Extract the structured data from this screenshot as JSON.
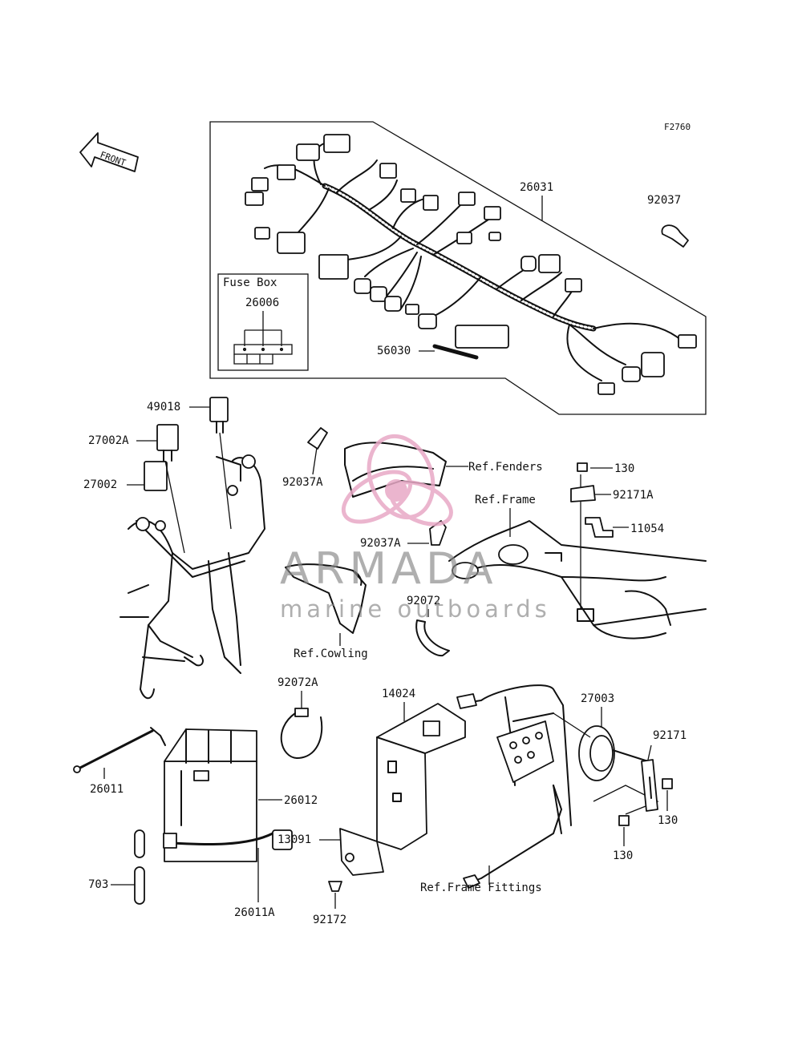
{
  "figure_code": "F2760",
  "front_label": "FRONT",
  "fuse_box": {
    "title": "Fuse Box",
    "part": "26006"
  },
  "parts": {
    "p26031": "26031",
    "p92037": "92037",
    "p56030": "56030",
    "p49018": "49018",
    "p27002A": "27002A",
    "p27002": "27002",
    "p92037A_1": "92037A",
    "p92037A_2": "92037A",
    "p130_1": "130",
    "p92171A": "92171A",
    "p11054": "11054",
    "p92072": "92072",
    "p92072A": "92072A",
    "p14024": "14024",
    "p27003": "27003",
    "p92171": "92171",
    "p130_2": "130",
    "p130_3": "130",
    "p26011": "26011",
    "p26012": "26012",
    "p13091": "13091",
    "p703": "703",
    "p26011A": "26011A",
    "p92172": "92172"
  },
  "refs": {
    "fenders": "Ref.Fenders",
    "frame": "Ref.Frame",
    "cowling": "Ref.Cowling",
    "frame_fittings": "Ref.Frame Fittings"
  },
  "watermark": {
    "brand": "ARMADA",
    "tagline": "marine outboards",
    "colors": {
      "logo": "#e8a9c6",
      "text": "#8a8a8a"
    }
  }
}
